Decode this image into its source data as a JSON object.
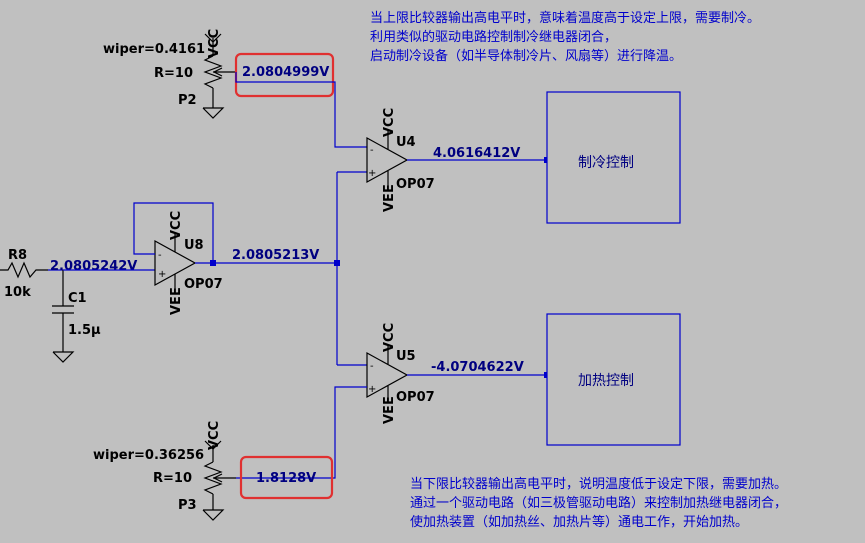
{
  "notes": {
    "upper": [
      "当上限比较器输出高电平时，意味着温度高于设定上限，需要制冷。",
      "利用类似的驱动电路控制制冷继电器闭合，",
      "启动制冷设备（如半导体制冷片、风扇等）进行降温。"
    ],
    "lower": [
      "当下限比较器输出高电平时，说明温度低于设定下限，需要加热。",
      "通过一个驱动电路（如三极管驱动电路）来控制加热继电器闭合，",
      "使加热装置（如加热丝、加热片等）通电工作，开始加热。"
    ]
  },
  "potentiometers": {
    "p2": {
      "wiper": "wiper=0.4161",
      "r": "R=10",
      "name": "P2",
      "supply": "VCC",
      "voltage": "2.0804999V"
    },
    "p3": {
      "wiper": "wiper=0.36256",
      "r": "R=10",
      "name": "P3",
      "supply": "VCC",
      "voltage": "1.8128V"
    }
  },
  "opamps": {
    "u8": {
      "name": "U8",
      "model": "OP07",
      "vcc": "VCC",
      "vee": "VEE",
      "plus": "+",
      "minus": "-"
    },
    "u4": {
      "name": "U4",
      "model": "OP07",
      "vcc": "VCC",
      "vee": "VEE",
      "plus": "+",
      "minus": "-"
    },
    "u5": {
      "name": "U5",
      "model": "OP07",
      "vcc": "VCC",
      "vee": "VEE",
      "plus": "+",
      "minus": "-"
    }
  },
  "resistor": {
    "name": "R8",
    "value": "10k"
  },
  "capacitor": {
    "name": "C1",
    "value": "1.5μ"
  },
  "nodes": {
    "rc_node": "2.0805242V",
    "buffer_out": "2.0805213V",
    "u4_out": "4.0616412V",
    "u5_out": "-4.0704622V"
  },
  "blocks": {
    "cooling": "制冷控制",
    "heating": "加热控制"
  },
  "colors": {
    "background": "#c0c0c0",
    "wire": "#0000cc",
    "voltage_label": "#000080",
    "highlight": "#e03030"
  }
}
